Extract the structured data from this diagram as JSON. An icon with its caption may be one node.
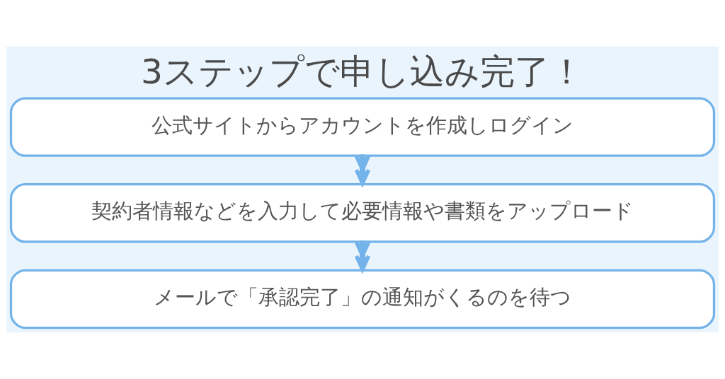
{
  "diagram": {
    "title": "3ステップで申し込み完了！",
    "nodes": [
      {
        "text": [
          "公式サイトからアカウントを作成しログイン"
        ]
      },
      {
        "text": [
          "契約者情報などを入力して必要情報や書類をアップロード"
        ]
      },
      {
        "text": [
          "メールで「承認完了」の通知がくるのを待つ"
        ]
      }
    ],
    "edges": [
      {
        "from": 0,
        "to": 1,
        "arrow": "to"
      },
      {
        "from": 1,
        "to": 2,
        "arrow": "to"
      }
    ]
  }
}
